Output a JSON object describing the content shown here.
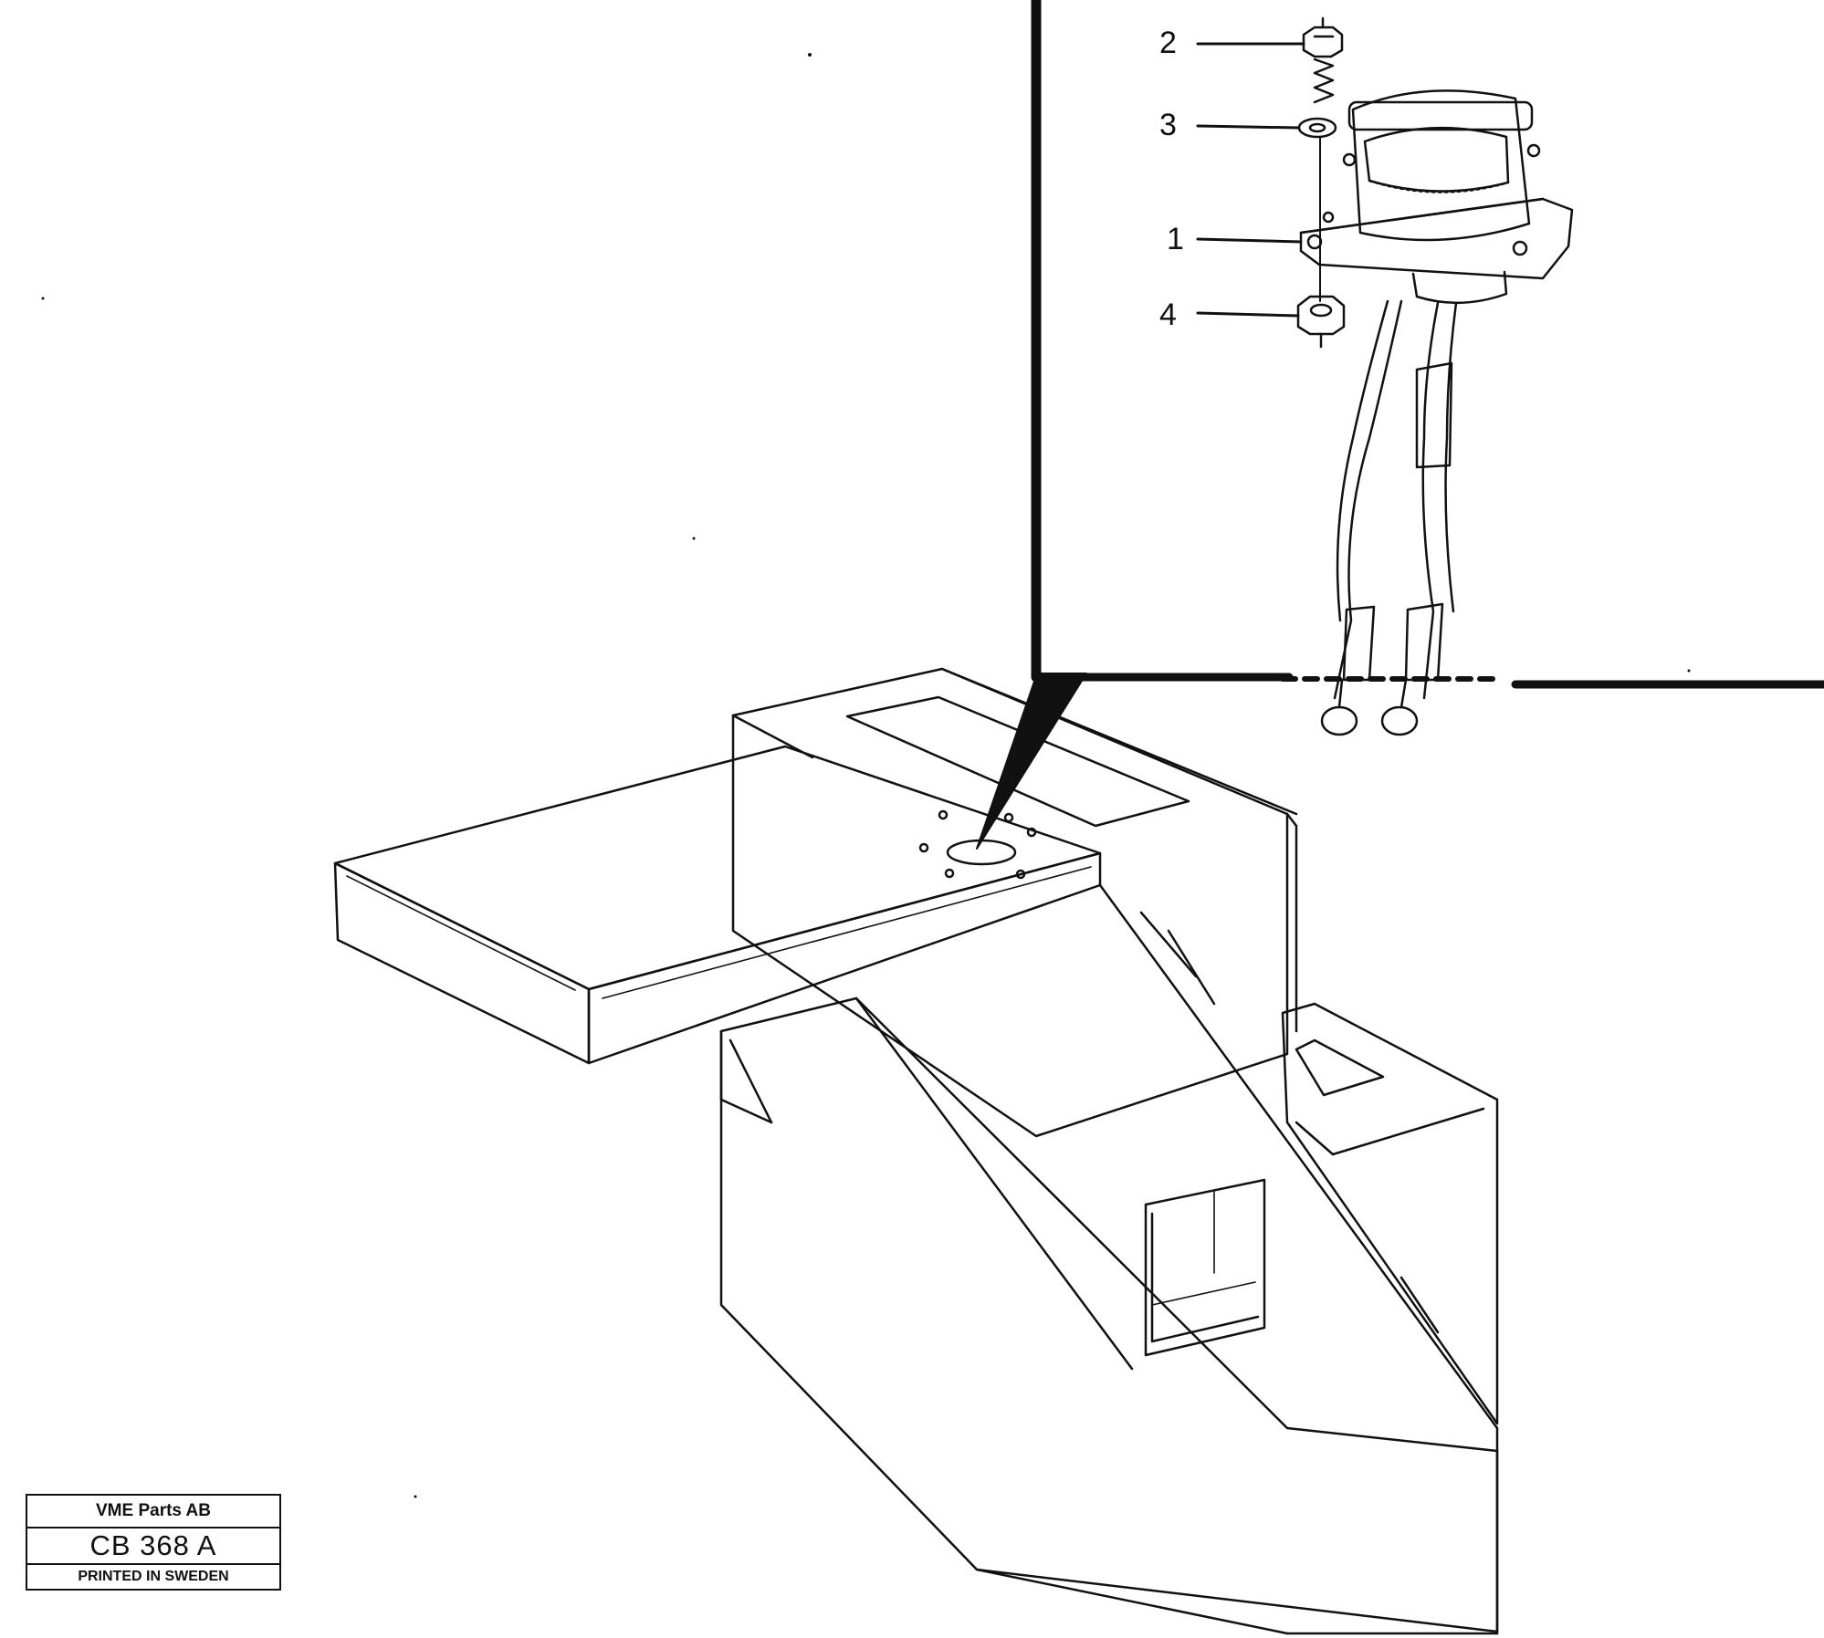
{
  "callouts": {
    "c1": "1",
    "c2": "2",
    "c3": "3",
    "c4": "4"
  },
  "stamp": {
    "company": "VME Parts AB",
    "code": "CB 368 A",
    "printed": "PRINTED IN SWEDEN"
  },
  "icons": [
    "main-switch-icon",
    "bracket-housing-icon"
  ],
  "colors": {
    "ink": "#111111",
    "paper": "#ffffff"
  }
}
